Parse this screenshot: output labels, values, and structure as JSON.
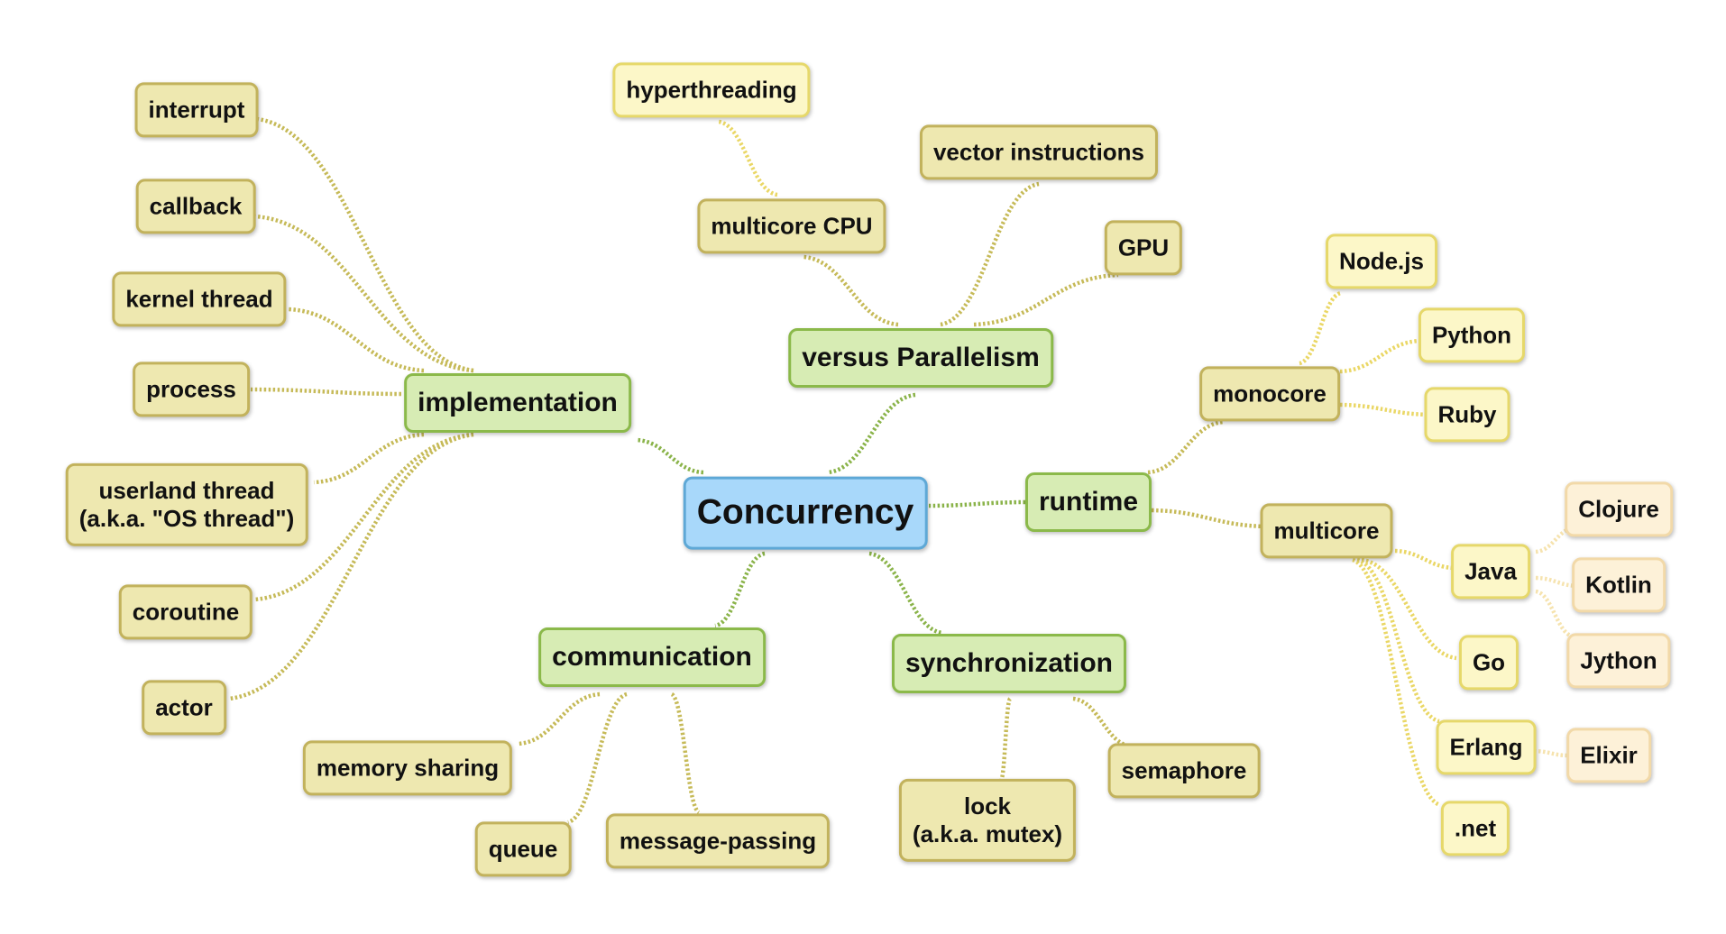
{
  "colors": {
    "root_fill": "#a8d8fa",
    "level1_fill": "#d7ecb4",
    "level2_fill": "#eee8b0",
    "level3_fill": "#fcf7c8",
    "level4_fill": "#fdf1d8"
  },
  "nodes": [
    {
      "id": "concurrency",
      "text": "Concurrency",
      "parent": null
    },
    {
      "id": "implementation",
      "text": "implementation",
      "parent": "concurrency"
    },
    {
      "id": "interrupt",
      "text": "interrupt",
      "parent": "implementation"
    },
    {
      "id": "callback",
      "text": "callback",
      "parent": "implementation"
    },
    {
      "id": "kernel-thread",
      "text": "kernel thread",
      "parent": "implementation"
    },
    {
      "id": "process",
      "text": "process",
      "parent": "implementation"
    },
    {
      "id": "userland-thread",
      "text": "userland thread\n(a.k.a. \"OS thread\")",
      "parent": "implementation"
    },
    {
      "id": "coroutine",
      "text": "coroutine",
      "parent": "implementation"
    },
    {
      "id": "actor",
      "text": "actor",
      "parent": "implementation"
    },
    {
      "id": "versus-parallelism",
      "text": "versus Parallelism",
      "parent": "concurrency"
    },
    {
      "id": "multicore-cpu",
      "text": "multicore CPU",
      "parent": "versus-parallelism"
    },
    {
      "id": "hyperthreading",
      "text": "hyperthreading",
      "parent": "multicore-cpu"
    },
    {
      "id": "vector-instructions",
      "text": "vector instructions",
      "parent": "versus-parallelism"
    },
    {
      "id": "gpu",
      "text": "GPU",
      "parent": "versus-parallelism"
    },
    {
      "id": "runtime",
      "text": "runtime",
      "parent": "concurrency"
    },
    {
      "id": "monocore",
      "text": "monocore",
      "parent": "runtime"
    },
    {
      "id": "nodejs",
      "text": "Node.js",
      "parent": "monocore"
    },
    {
      "id": "python",
      "text": "Python",
      "parent": "monocore"
    },
    {
      "id": "ruby",
      "text": "Ruby",
      "parent": "monocore"
    },
    {
      "id": "multicore",
      "text": "multicore",
      "parent": "runtime"
    },
    {
      "id": "java",
      "text": "Java",
      "parent": "multicore"
    },
    {
      "id": "clojure",
      "text": "Clojure",
      "parent": "java"
    },
    {
      "id": "kotlin",
      "text": "Kotlin",
      "parent": "java"
    },
    {
      "id": "jython",
      "text": "Jython",
      "parent": "java"
    },
    {
      "id": "go",
      "text": "Go",
      "parent": "multicore"
    },
    {
      "id": "erlang",
      "text": "Erlang",
      "parent": "multicore"
    },
    {
      "id": "elixir",
      "text": "Elixir",
      "parent": "erlang"
    },
    {
      "id": "dotnet",
      "text": ".net",
      "parent": "multicore"
    },
    {
      "id": "communication",
      "text": "communication",
      "parent": "concurrency"
    },
    {
      "id": "memory-sharing",
      "text": "memory sharing",
      "parent": "communication"
    },
    {
      "id": "queue",
      "text": "queue",
      "parent": "communication"
    },
    {
      "id": "message-passing",
      "text": "message-passing",
      "parent": "communication"
    },
    {
      "id": "synchronization",
      "text": "synchronization",
      "parent": "concurrency"
    },
    {
      "id": "lock",
      "text": "lock\n(a.k.a. mutex)",
      "parent": "synchronization"
    },
    {
      "id": "semaphore",
      "text": "semaphore",
      "parent": "synchronization"
    }
  ]
}
